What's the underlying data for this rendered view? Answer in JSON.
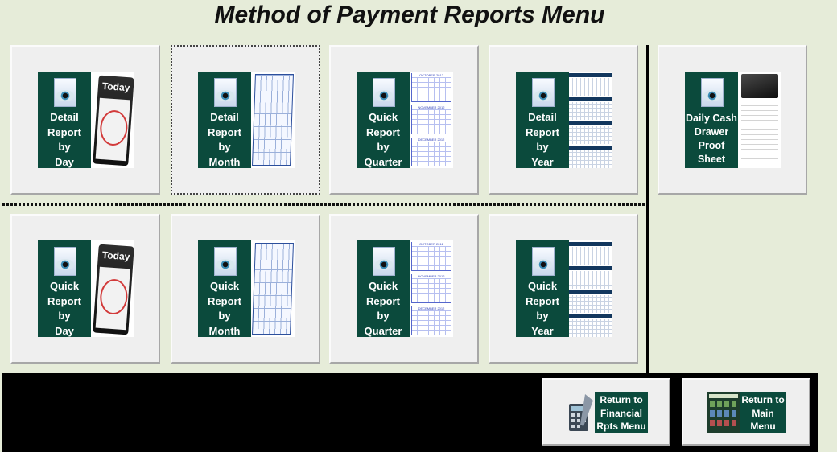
{
  "header": {
    "title": "Method of Payment Reports Menu"
  },
  "tiles": [
    {
      "label": "Detail\nReport\nby\nDay",
      "art": "day-calendar-icon"
    },
    {
      "label": "Detail\nReport\nby\nMonth",
      "art": "month-calendar-icon"
    },
    {
      "label": "Quick\nReport\nby\nQuarter",
      "art": "quarter-calendar-icon"
    },
    {
      "label": "Detail\nReport\nby\nYear",
      "art": "year-calendar-icon"
    },
    {
      "label": "Daily Cash\nDrawer\nProof\nSheet",
      "art": "cash-drawer-icon"
    },
    {
      "label": "Quick\nReport\nby\nDay",
      "art": "day-calendar-icon"
    },
    {
      "label": "Quick\nReport\nby\nMonth",
      "art": "month-calendar-icon"
    },
    {
      "label": "Quick\nReport\nby\nQuarter",
      "art": "quarter-calendar-icon"
    },
    {
      "label": "Quick\nReport\nby\nYear",
      "art": "year-calendar-icon"
    }
  ],
  "art_text": {
    "today": "Today",
    "quarter_months": [
      "OCTOBER 2012",
      "NOVEMBER 2012",
      "DECEMBER 2012"
    ]
  },
  "footer": {
    "financial_label": "Return to\nFinancial\nRpts Menu",
    "main_label": "Return to\nMain\nMenu"
  },
  "colors": {
    "background": "#e6ecd9",
    "tile_label_panel": "#0b4a3c",
    "footer_bar": "#000000",
    "title_rule": "#2f4f8f"
  }
}
